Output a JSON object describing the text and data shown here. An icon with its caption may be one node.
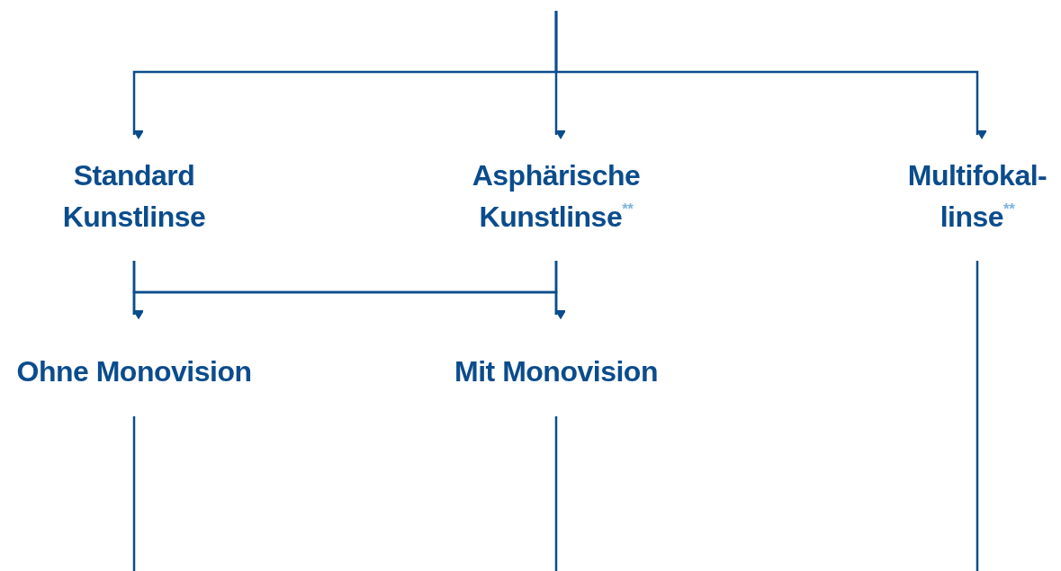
{
  "diagram": {
    "nodes": [
      {
        "text": [
          "Standard Kunstlinse"
        ]
      },
      {
        "text": [
          "Asphärische Kunstlinse$^{**}$"
        ]
      },
      {
        "text": [
          "Multifokal- linse$^{**}$"
        ]
      },
      {
        "text": [
          "Ohne Monovision"
        ]
      },
      {
        "text": [
          "Mit Monovision"
        ]
      }
    ],
    "edges": [
      {
        "from": null,
        "to": 0,
        "arrow": "to"
      },
      {
        "from": null,
        "to": 1,
        "arrow": "to"
      },
      {
        "from": null,
        "to": 2,
        "arrow": "to"
      },
      {
        "from": 0,
        "to": 3,
        "arrow": "to"
      },
      {
        "from": 0,
        "to": 4,
        "arrow": "to"
      },
      {
        "from": 1,
        "to": 3,
        "arrow": "to"
      },
      {
        "from": 1,
        "to": 4,
        "arrow": "to"
      },
      {
        "from": 3,
        "to": null,
        "arrow": "none"
      },
      {
        "from": 4,
        "to": null,
        "arrow": "none"
      },
      {
        "from": 2,
        "to": null,
        "arrow": "none"
      }
    ]
  }
}
